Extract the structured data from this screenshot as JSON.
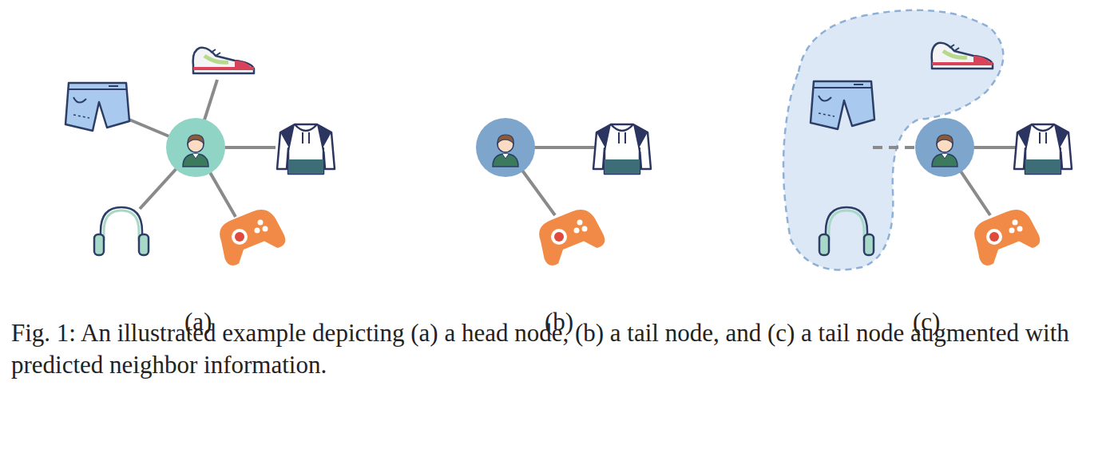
{
  "diagram": {
    "caption": "Fig. 1: An illustrated example depicting (a) a head node, (b) a tail node, and (c) a tail node augmented with predicted neighbor information.",
    "labels": [
      "(a)",
      "(b)",
      "(c)"
    ]
  }
}
